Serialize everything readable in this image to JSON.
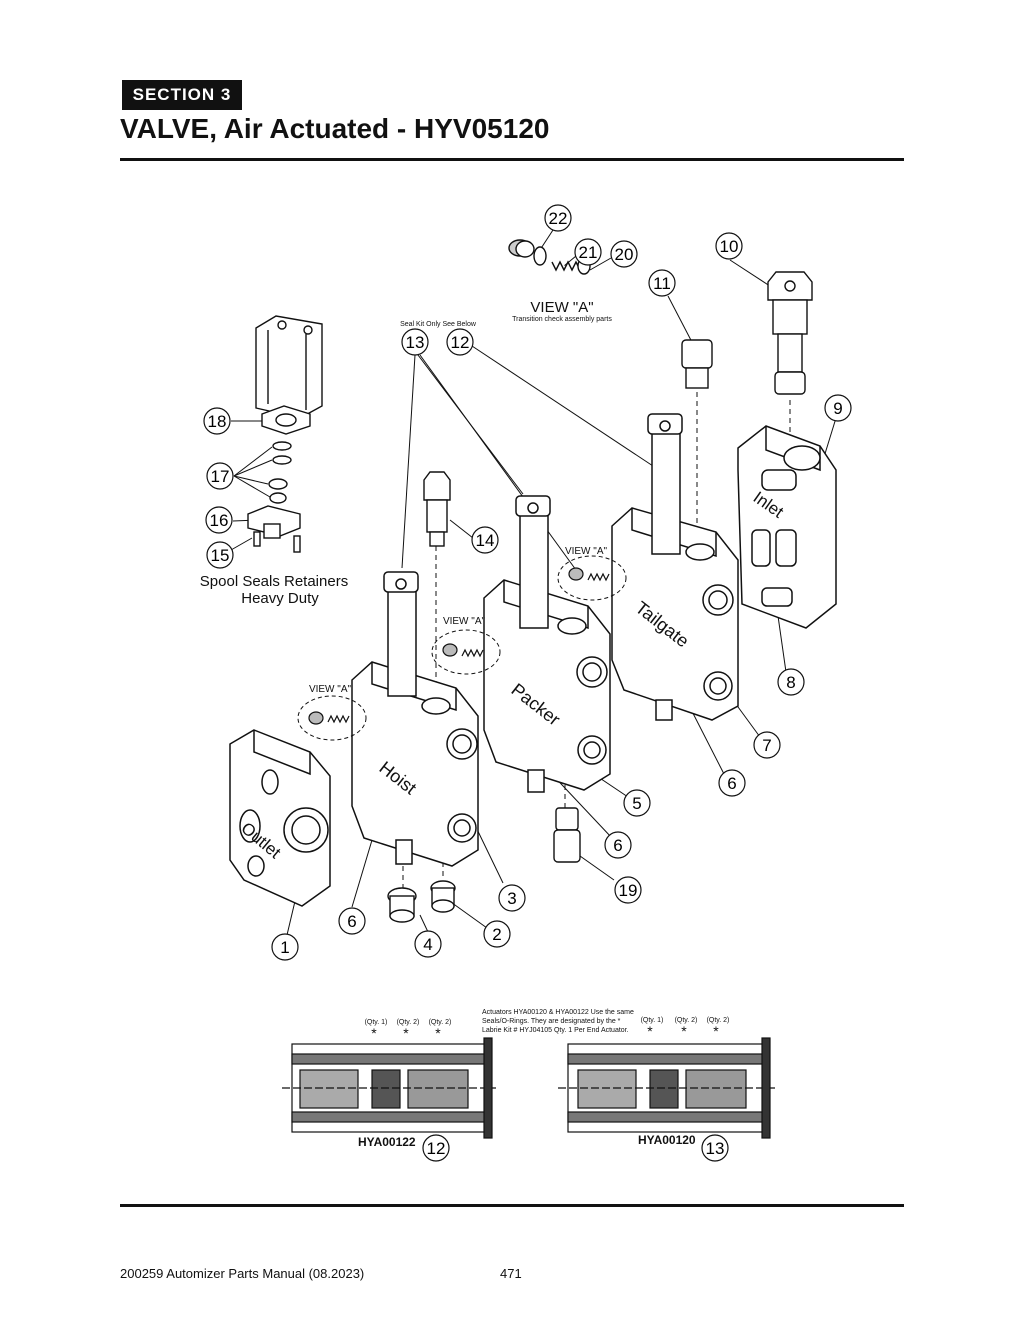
{
  "header": {
    "section": "SECTION 3",
    "title": "VALVE, Air Actuated - HYV05120"
  },
  "labels": {
    "view_a_main": "VIEW \"A\"",
    "view_a_sub": "Transition check assembly parts",
    "seal_kit": "Seal Kit Only See Below",
    "spool_line1": "Spool Seals Retainers",
    "spool_line2": "Heavy Duty",
    "view_a_small": "VIEW \"A\"",
    "inlet": "Inlet",
    "outlet": "Outlet",
    "hoist": "Hoist",
    "packer": "Packer",
    "tailgate": "Tailgate"
  },
  "callouts": {
    "c1": "1",
    "c2": "2",
    "c3": "3",
    "c4": "4",
    "c5": "5",
    "c6": "6",
    "c7": "7",
    "c8": "8",
    "c9": "9",
    "c10": "10",
    "c11": "11",
    "c12": "12",
    "c13": "13",
    "c14": "14",
    "c15": "15",
    "c16": "16",
    "c17": "17",
    "c18": "18",
    "c19": "19",
    "c20": "20",
    "c21": "21",
    "c22": "22"
  },
  "actuators": {
    "note_line1": "Actuators HYA00120 & HYA00122 Use the same",
    "note_line2": "Seals/O-Rings. They are designated by the *",
    "note_line3": "Labrie Kit #  HYJ04105 Qty. 1 Per End Actuator.",
    "qty1": "(Qty. 1)",
    "qty2": "(Qty. 2)",
    "star": "*",
    "left_part": "HYA00122",
    "right_part": "HYA00120"
  },
  "footer": {
    "manual": "200259 Automizer Parts Manual (08.2023)",
    "page": "471"
  }
}
